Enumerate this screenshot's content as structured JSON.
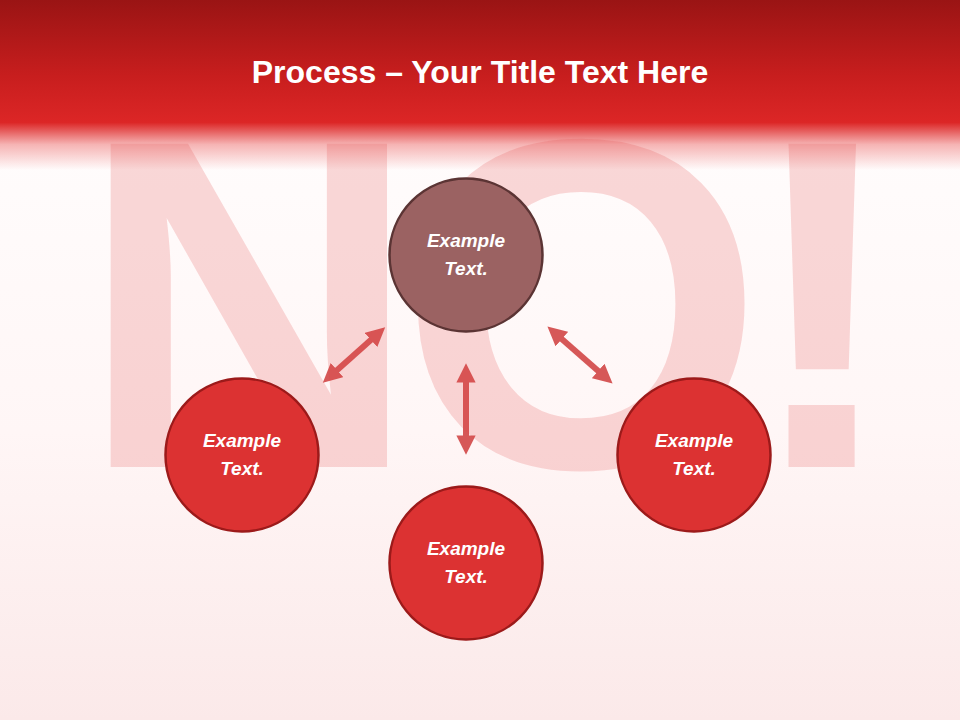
{
  "diagram": {
    "title": "Process – Your Title Text Here",
    "nodes": [
      {
        "text": [
          "Example Text."
        ]
      },
      {
        "text": [
          "Example Text."
        ]
      },
      {
        "text": [
          "Example Text."
        ]
      },
      {
        "text": [
          "Example Text."
        ]
      }
    ],
    "edges": [
      {
        "from": 0,
        "to": 1,
        "arrow": "both"
      },
      {
        "from": 0,
        "to": 2,
        "arrow": "both"
      },
      {
        "from": 0,
        "to": 3,
        "arrow": "both"
      }
    ],
    "labels": [
      "NO!"
    ]
  }
}
